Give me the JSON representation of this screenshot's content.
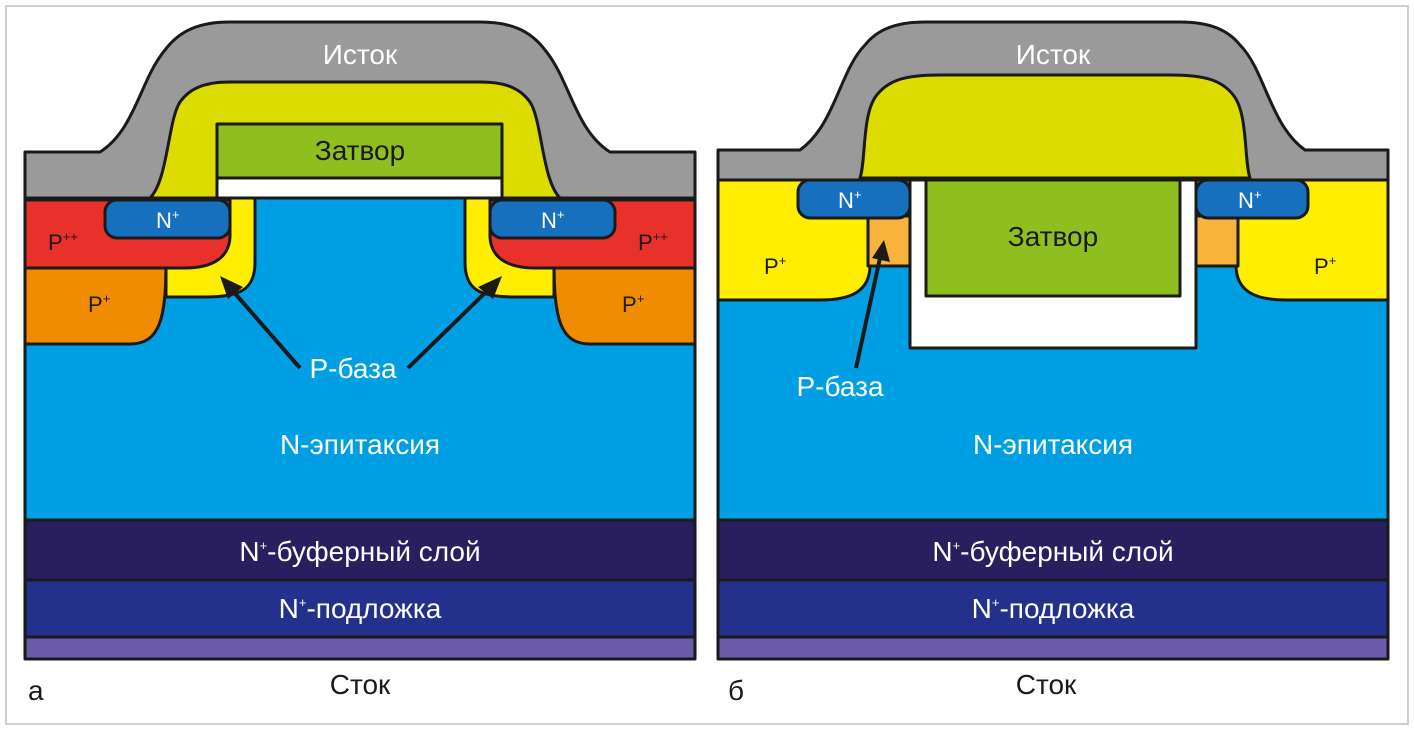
{
  "figure": {
    "panel_a": {
      "caption": "а",
      "source": "Исток",
      "gate": "Затвор",
      "n_plus": "N",
      "n_plus_sup": "+",
      "p_pp": "P",
      "p_pp_sup": "++",
      "p_plus": "P",
      "p_plus_sup": "+",
      "p_base": "P-база",
      "epitaxy": "N-эпитаксия",
      "buffer": "N",
      "buffer_sup": "+",
      "buffer_rest": "-буферный слой",
      "substrate": "N",
      "substrate_sup": "+",
      "substrate_rest": "-подложка",
      "drain": "Сток"
    },
    "panel_b": {
      "caption": "б",
      "source": "Исток",
      "gate": "Затвор",
      "n_plus": "N",
      "n_plus_sup": "+",
      "p_plus": "P",
      "p_plus_sup": "+",
      "p_base": "P-база",
      "epitaxy": "N-эпитаксия",
      "buffer": "N",
      "buffer_sup": "+",
      "buffer_rest": "-буферный слой",
      "substrate": "N",
      "substrate_sup": "+",
      "substrate_rest": "-подложка",
      "drain": "Сток"
    },
    "colors": {
      "metal": "#9a9a9a",
      "oxide": "#dcdc00",
      "gate": "#8fbf1f",
      "epi": "#009fe3",
      "buffer": "#2a1f5e",
      "substrate": "#23308c",
      "contact": "#6a5aa8",
      "n_plus": "#1670bd",
      "p_pp": "#e8312b",
      "p_plus_a": "#f08c00",
      "p_base": "#ffee00",
      "p_base_b": "#f7b33b",
      "insulator": "#ffffff"
    }
  }
}
